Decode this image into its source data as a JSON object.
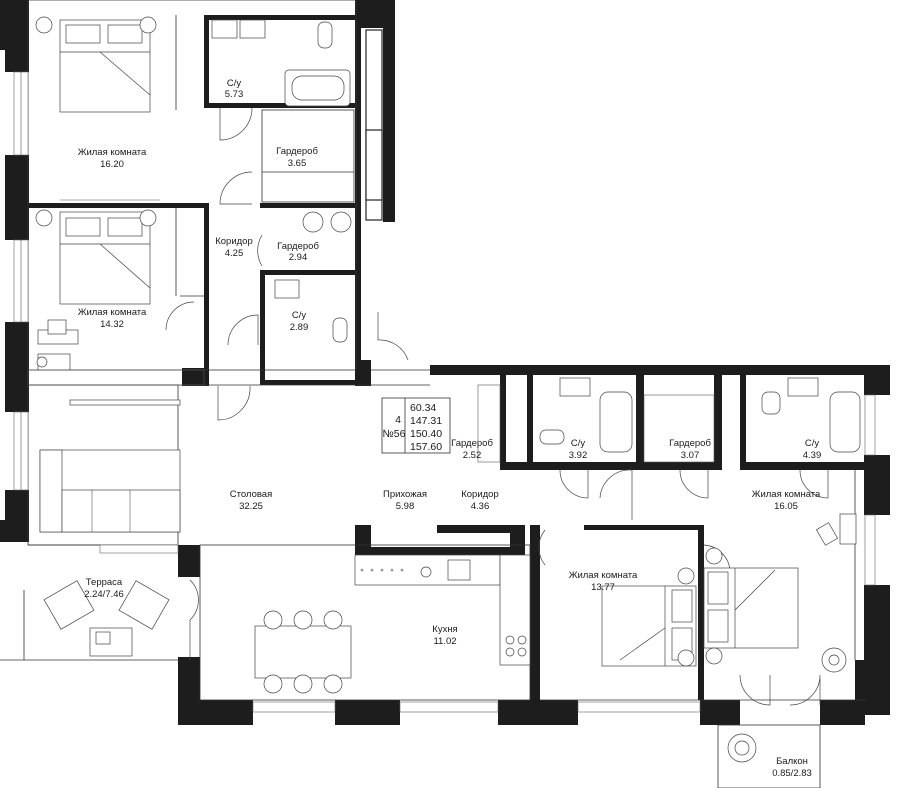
{
  "apartment": {
    "rooms_count": "4",
    "number": "№56",
    "areas": [
      "60.34",
      "147.31",
      "150.40",
      "157.60"
    ]
  },
  "rooms": [
    {
      "id": "bedroom-1",
      "name": "Жилая комната",
      "area": "16.20"
    },
    {
      "id": "bathroom-1",
      "name": "С/у",
      "area": "5.73"
    },
    {
      "id": "wardrobe-1",
      "name": "Гардероб",
      "area": "3.65"
    },
    {
      "id": "corridor-1",
      "name": "Коридор",
      "area": "4.25"
    },
    {
      "id": "wardrobe-2",
      "name": "Гардероб",
      "area": "2.94"
    },
    {
      "id": "bedroom-2",
      "name": "Жилая комната",
      "area": "14.32"
    },
    {
      "id": "bathroom-2",
      "name": "С/у",
      "area": "2.89"
    },
    {
      "id": "wardrobe-3",
      "name": "Гардероб",
      "area": "2.52"
    },
    {
      "id": "bathroom-3",
      "name": "С/у",
      "area": "3.92"
    },
    {
      "id": "wardrobe-4",
      "name": "Гардероб",
      "area": "3.07"
    },
    {
      "id": "bathroom-4",
      "name": "С/у",
      "area": "4.39"
    },
    {
      "id": "dining",
      "name": "Столовая",
      "area": "32.25"
    },
    {
      "id": "hallway",
      "name": "Прихожая",
      "area": "5.98"
    },
    {
      "id": "corridor-2",
      "name": "Коридор",
      "area": "4.36"
    },
    {
      "id": "bedroom-3",
      "name": "Жилая комната",
      "area": "16.05"
    },
    {
      "id": "bedroom-4",
      "name": "Жилая комната",
      "area": "13.77"
    },
    {
      "id": "terrace",
      "name": "Терраса",
      "area": "2.24/7.46"
    },
    {
      "id": "kitchen",
      "name": "Кухня",
      "area": "11.02"
    },
    {
      "id": "balcony",
      "name": "Балкон",
      "area": "0.85/2.83"
    }
  ]
}
